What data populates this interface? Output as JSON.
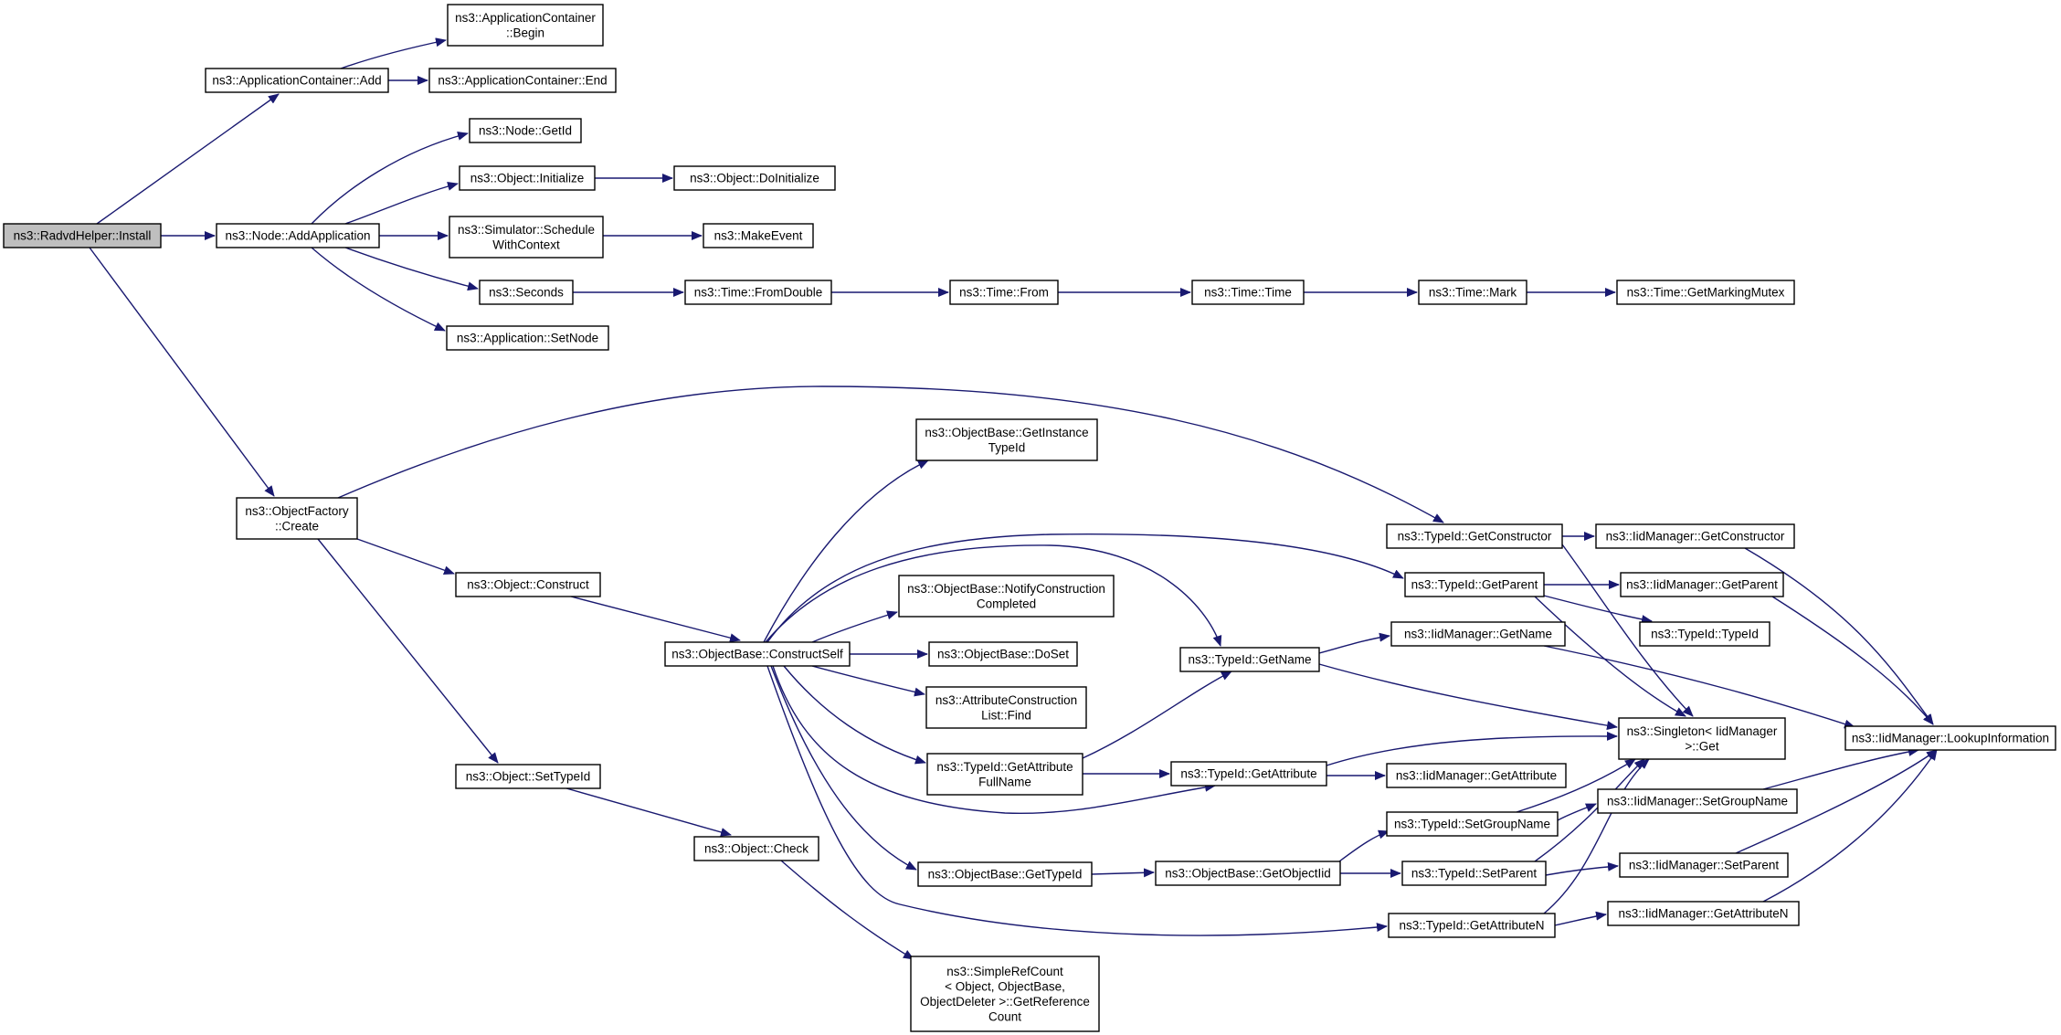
{
  "graph": {
    "colors": {
      "edge": "#191970",
      "node_border": "#000000",
      "node_fill": "#ffffff",
      "root_fill": "#bfbfbf",
      "text": "#000000"
    },
    "nodes": {
      "install": [
        "ns3::RadvdHelper::Install"
      ],
      "appcont_add": [
        "ns3::ApplicationContainer::Add"
      ],
      "appcont_begin": [
        "ns3::ApplicationContainer",
        "::Begin"
      ],
      "appcont_end": [
        "ns3::ApplicationContainer::End"
      ],
      "node_getid": [
        "ns3::Node::GetId"
      ],
      "node_addapp": [
        "ns3::Node::AddApplication"
      ],
      "object_initialize": [
        "ns3::Object::Initialize"
      ],
      "object_doinitialize": [
        "ns3::Object::DoInitialize"
      ],
      "sim_schedule": [
        "ns3::Simulator::Schedule",
        "WithContext"
      ],
      "makeevent": [
        "ns3::MakeEvent"
      ],
      "seconds": [
        "ns3::Seconds"
      ],
      "time_fromdouble": [
        "ns3::Time::FromDouble"
      ],
      "time_from": [
        "ns3::Time::From"
      ],
      "time_time": [
        "ns3::Time::Time"
      ],
      "time_mark": [
        "ns3::Time::Mark"
      ],
      "time_getmarkingmutex": [
        "ns3::Time::GetMarkingMutex"
      ],
      "app_setnode": [
        "ns3::Application::SetNode"
      ],
      "objfactory_create": [
        "ns3::ObjectFactory",
        "::Create"
      ],
      "objbase_getinstancetypeid": [
        "ns3::ObjectBase::GetInstance",
        "TypeId"
      ],
      "typeid_getconstructor": [
        "ns3::TypeId::GetConstructor"
      ],
      "iidmgr_getconstructor": [
        "ns3::IidManager::GetConstructor"
      ],
      "typeid_getparent": [
        "ns3::TypeId::GetParent"
      ],
      "iidmgr_getparent": [
        "ns3::IidManager::GetParent"
      ],
      "object_construct": [
        "ns3::Object::Construct"
      ],
      "objbase_notify": [
        "ns3::ObjectBase::NotifyConstruction",
        "Completed"
      ],
      "typeid_typeid": [
        "ns3::TypeId::TypeId"
      ],
      "iidmgr_getname": [
        "ns3::IidManager::GetName"
      ],
      "objbase_constructself": [
        "ns3::ObjectBase::ConstructSelf"
      ],
      "objbase_doset": [
        "ns3::ObjectBase::DoSet"
      ],
      "typeid_getname": [
        "ns3::TypeId::GetName"
      ],
      "attrconst_find": [
        "ns3::AttributeConstruction",
        "List::Find"
      ],
      "singleton_get": [
        "ns3::Singleton< IidManager",
        " >::Get"
      ],
      "iidmgr_lookup": [
        "ns3::IidManager::LookupInformation"
      ],
      "typeid_getattrfullname": [
        "ns3::TypeId::GetAttribute",
        "FullName"
      ],
      "typeid_getattribute": [
        "ns3::TypeId::GetAttribute"
      ],
      "iidmgr_getattribute": [
        "ns3::IidManager::GetAttribute"
      ],
      "object_settypeid": [
        "ns3::Object::SetTypeId"
      ],
      "iidmgr_setgroupname": [
        "ns3::IidManager::SetGroupName"
      ],
      "typeid_setgroupname": [
        "ns3::TypeId::SetGroupName"
      ],
      "object_check": [
        "ns3::Object::Check"
      ],
      "objbase_gettypeid": [
        "ns3::ObjectBase::GetTypeId"
      ],
      "objbase_getobjectiid": [
        "ns3::ObjectBase::GetObjectIid"
      ],
      "typeid_setparent": [
        "ns3::TypeId::SetParent"
      ],
      "iidmgr_setparent": [
        "ns3::IidManager::SetParent"
      ],
      "typeid_getattributen": [
        "ns3::TypeId::GetAttributeN"
      ],
      "iidmgr_getattributen": [
        "ns3::IidManager::GetAttributeN"
      ],
      "simplerefcount": [
        "ns3::SimpleRefCount",
        "< Object, ObjectBase,",
        " ObjectDeleter >::GetReference",
        "Count"
      ]
    }
  }
}
